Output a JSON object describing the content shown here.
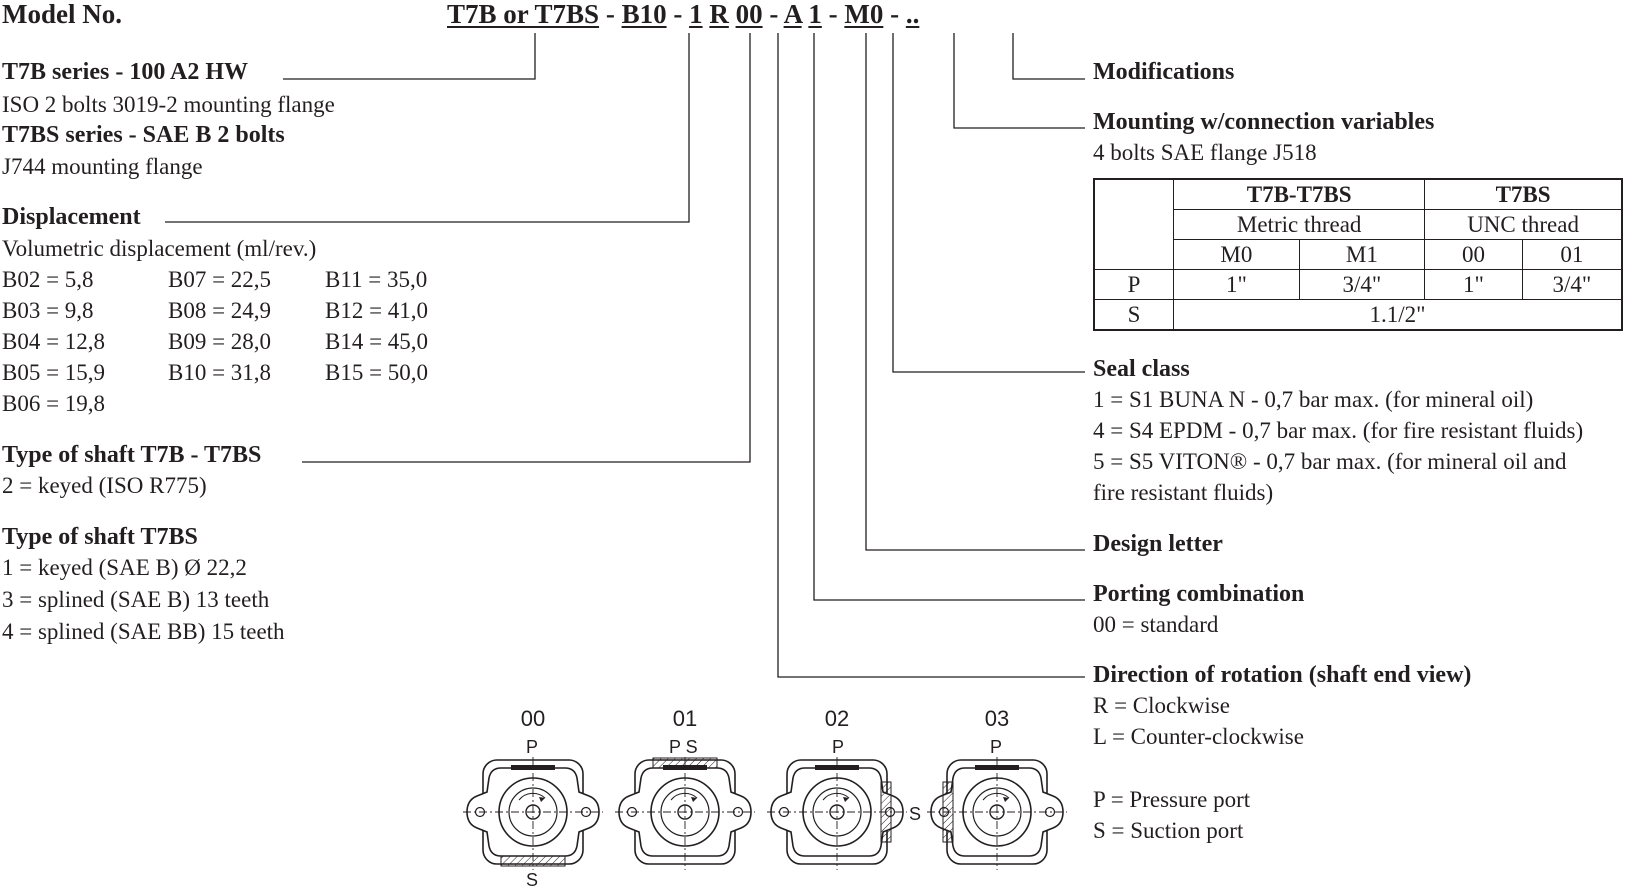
{
  "model": {
    "label": "Model No.",
    "code_parts": [
      "T7B or T7BS",
      "-",
      "B10",
      "-",
      "1",
      "R",
      "00",
      "-",
      "A",
      "1",
      "-",
      "M0",
      "-",
      ".."
    ]
  },
  "left": {
    "series_h1": "T7B series - 100 A2 HW",
    "series_l1": "ISO 2 bolts 3019-2 mounting flange",
    "series_h2": "T7BS series - SAE B 2 bolts",
    "series_l2": "J744 mounting flange",
    "disp_h": "Displacement",
    "disp_sub": "Volumetric displacement (ml/rev.)",
    "disp_rows": [
      [
        "B02 =   5,8",
        "B07 = 22,5",
        "B11 = 35,0"
      ],
      [
        "B03 =   9,8",
        "B08 = 24,9",
        "B12 = 41,0"
      ],
      [
        "B04 = 12,8",
        "B09 = 28,0",
        "B14 = 45,0"
      ],
      [
        "B05 = 15,9",
        "B10 = 31,8",
        "B15 = 50,0"
      ],
      [
        "B06 = 19,8",
        "",
        ""
      ]
    ],
    "shaft1_h": "Type of shaft T7B - T7BS",
    "shaft1_l1": "2 = keyed (ISO R775)",
    "shaft2_h": "Type of shaft T7BS",
    "shaft2_l1": "1 = keyed (SAE B) Ø 22,2",
    "shaft2_l2": "3 = splined (SAE B) 13 teeth",
    "shaft2_l3": "4 = splined (SAE BB) 15 teeth"
  },
  "right": {
    "mod_h": "Modifications",
    "mount_h": "Mounting w/connection variables",
    "mount_l1": "4 bolts SAE flange J518",
    "table": {
      "h_t7b": "T7B-T7BS",
      "h_t7bs": "T7BS",
      "h_metric": "Metric thread",
      "h_unc": "UNC thread",
      "codes": [
        "M0",
        "M1",
        "00",
        "01"
      ],
      "row_p": {
        "label": "P",
        "values": [
          "1\"",
          "3/4\"",
          "1\"",
          "3/4\""
        ]
      },
      "row_s": {
        "label": "S",
        "value": "1.1/2\""
      }
    },
    "seal_h": "Seal class",
    "seal_l1": "1 = S1 BUNA N - 0,7 bar max. (for mineral oil)",
    "seal_l2": "4 = S4 EPDM - 0,7 bar max. (for fire resistant fluids)",
    "seal_l3": "5 = S5 VITON® - 0,7 bar max. (for mineral oil and",
    "seal_l4": "fire resistant fluids)",
    "design_h": "Design letter",
    "porting_h": "Porting combination",
    "porting_l1": "00 = standard",
    "rot_h": "Direction of rotation (shaft end view)",
    "rot_l1": "R = Clockwise",
    "rot_l2": "L = Counter-clockwise",
    "port_p": "P = Pressure port",
    "port_s": "S = Suction port"
  },
  "diagrams": {
    "codes": [
      "00",
      "01",
      "02",
      "03"
    ],
    "p": "P",
    "s": "S",
    "ps": "P S"
  }
}
